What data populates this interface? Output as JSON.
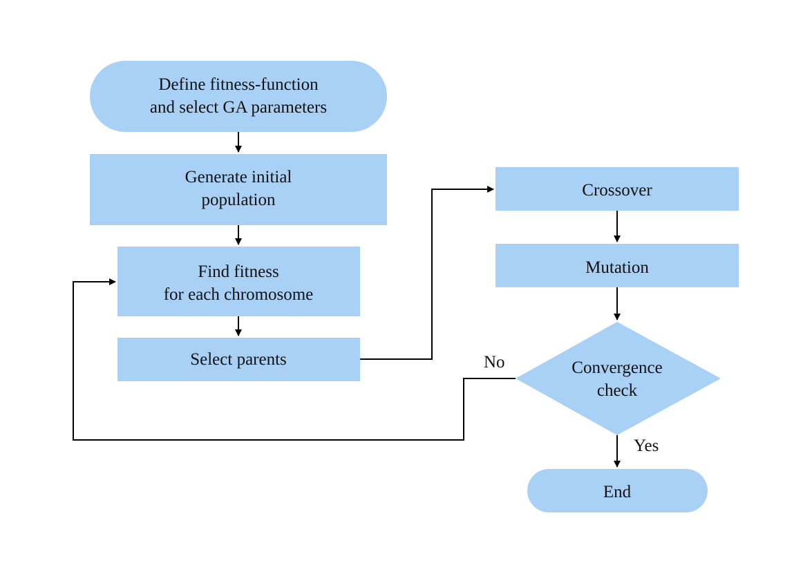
{
  "colors": {
    "node_fill": "#a9d0f5",
    "line": "#000000",
    "text": "#111111",
    "background": "#ffffff"
  },
  "nodes": {
    "define": {
      "lines": [
        "Define fitness-function",
        "and select GA parameters"
      ]
    },
    "generate": {
      "lines": [
        "Generate initial",
        "population"
      ]
    },
    "fitness": {
      "lines": [
        "Find fitness",
        "for each chromosome"
      ]
    },
    "select": {
      "lines": [
        "Select parents"
      ]
    },
    "crossover": {
      "lines": [
        "Crossover"
      ]
    },
    "mutation": {
      "lines": [
        "Mutation"
      ]
    },
    "convergence": {
      "lines": [
        "Convergence",
        "check"
      ]
    },
    "end": {
      "lines": [
        "End"
      ]
    }
  },
  "edge_labels": {
    "no": "No",
    "yes": "Yes"
  }
}
